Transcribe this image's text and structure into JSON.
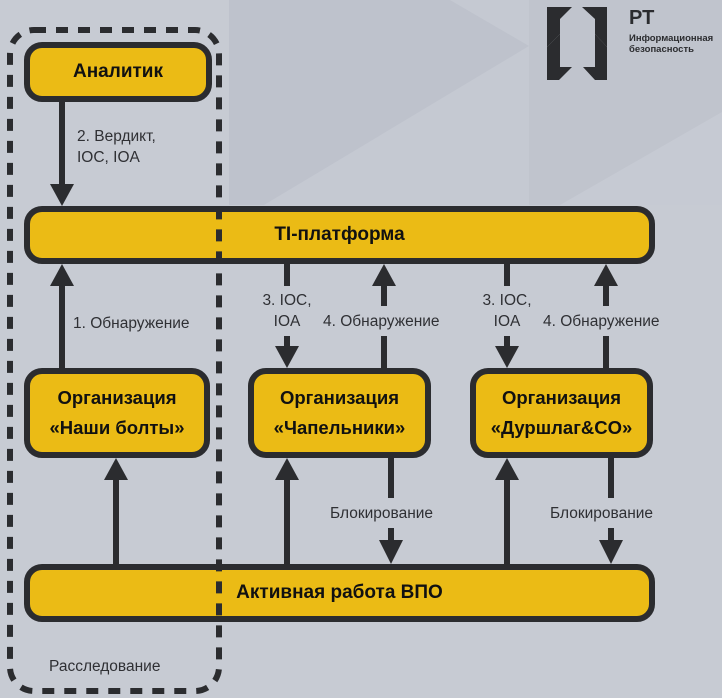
{
  "logo": {
    "title": "РТ",
    "subtitle_line1": "Информационная",
    "subtitle_line2": "безопасность"
  },
  "nodes": {
    "analyst": "Аналитик",
    "ti_platform": "TI-платформа",
    "org1": {
      "line1": "Организация",
      "line2": "«Наши болты»"
    },
    "org2": {
      "line1": "Организация",
      "line2": "«Чапельники»"
    },
    "org3": {
      "line1": "Организация",
      "line2": "«Дуршлаг&CO»"
    },
    "malware_activity": "Активная работа ВПО"
  },
  "edges": {
    "verdict_line1": "2. Вердикт,",
    "verdict_line2": "IOC, IOA",
    "detection1": "1. Обнаружение",
    "ioc2_line1": "3. IOC,",
    "ioc2_line2": "IOA",
    "detection2": "4. Обнаружение",
    "ioc3_line1": "3. IOC,",
    "ioc3_line2": "IOA",
    "detection3": "4. Обнаружение",
    "blocking2": "Блокирование",
    "blocking3": "Блокирование"
  },
  "group": {
    "investigation_label": "Расследование"
  },
  "colors": {
    "box_fill": "#ebbb15",
    "stroke": "#2b2c2f",
    "background": "#c7cbd3"
  }
}
